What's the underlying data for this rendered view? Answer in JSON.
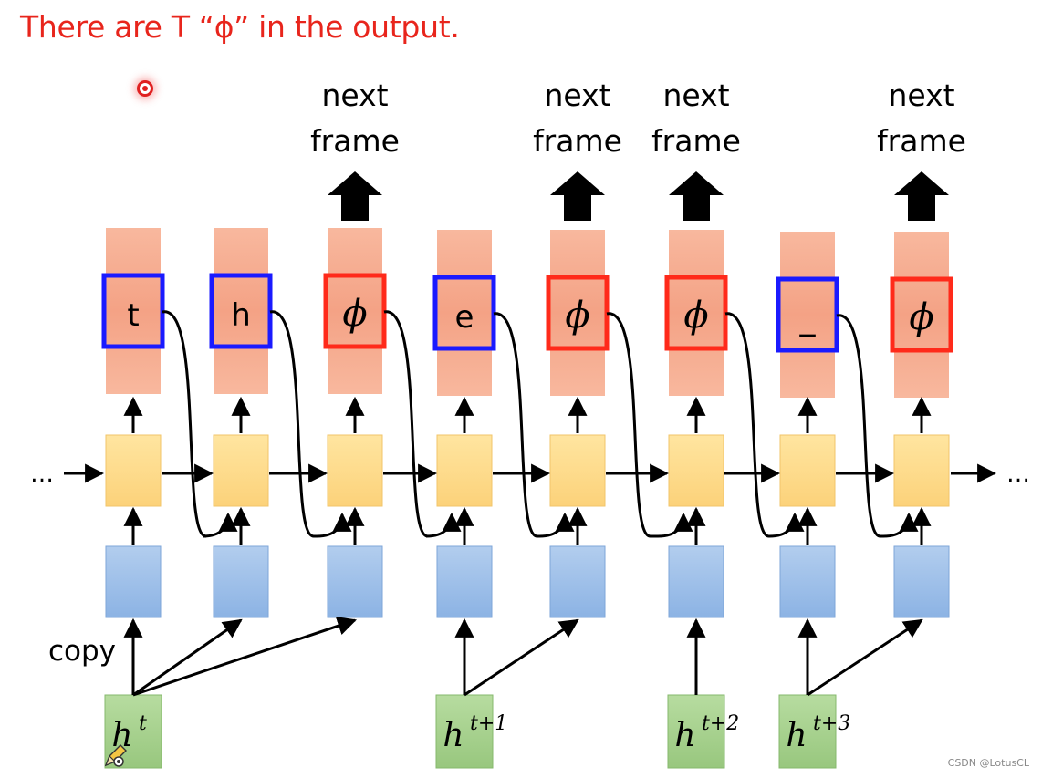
{
  "title": "There are T “ϕ” in the output.",
  "next_frame_label": [
    "next",
    "frame"
  ],
  "copy_label": "copy",
  "ellipsis_left": "…",
  "ellipsis_right": "…",
  "columns": [
    {
      "output": "t",
      "kind": "char"
    },
    {
      "output": "h",
      "kind": "char"
    },
    {
      "output": "ϕ",
      "kind": "blank"
    },
    {
      "output": "e",
      "kind": "char"
    },
    {
      "output": "ϕ",
      "kind": "blank"
    },
    {
      "output": "ϕ",
      "kind": "blank"
    },
    {
      "output": "_",
      "kind": "char"
    },
    {
      "output": "ϕ",
      "kind": "blank"
    }
  ],
  "inputs": [
    {
      "base": "h",
      "sup": "t"
    },
    {
      "base": "h",
      "sup": "t+1"
    },
    {
      "base": "h",
      "sup": "t+2"
    },
    {
      "base": "h",
      "sup": "t+3"
    }
  ],
  "watermark": "CSDN @LotusCL",
  "colors": {
    "title": "#e8251c",
    "char_box": "#1a1aff",
    "blank_box": "#ff2a1a",
    "output_layer": "#f6b197",
    "hidden_state": "#ffe08f",
    "encoder": "#9dc0e8",
    "input": "#a8d08d"
  }
}
